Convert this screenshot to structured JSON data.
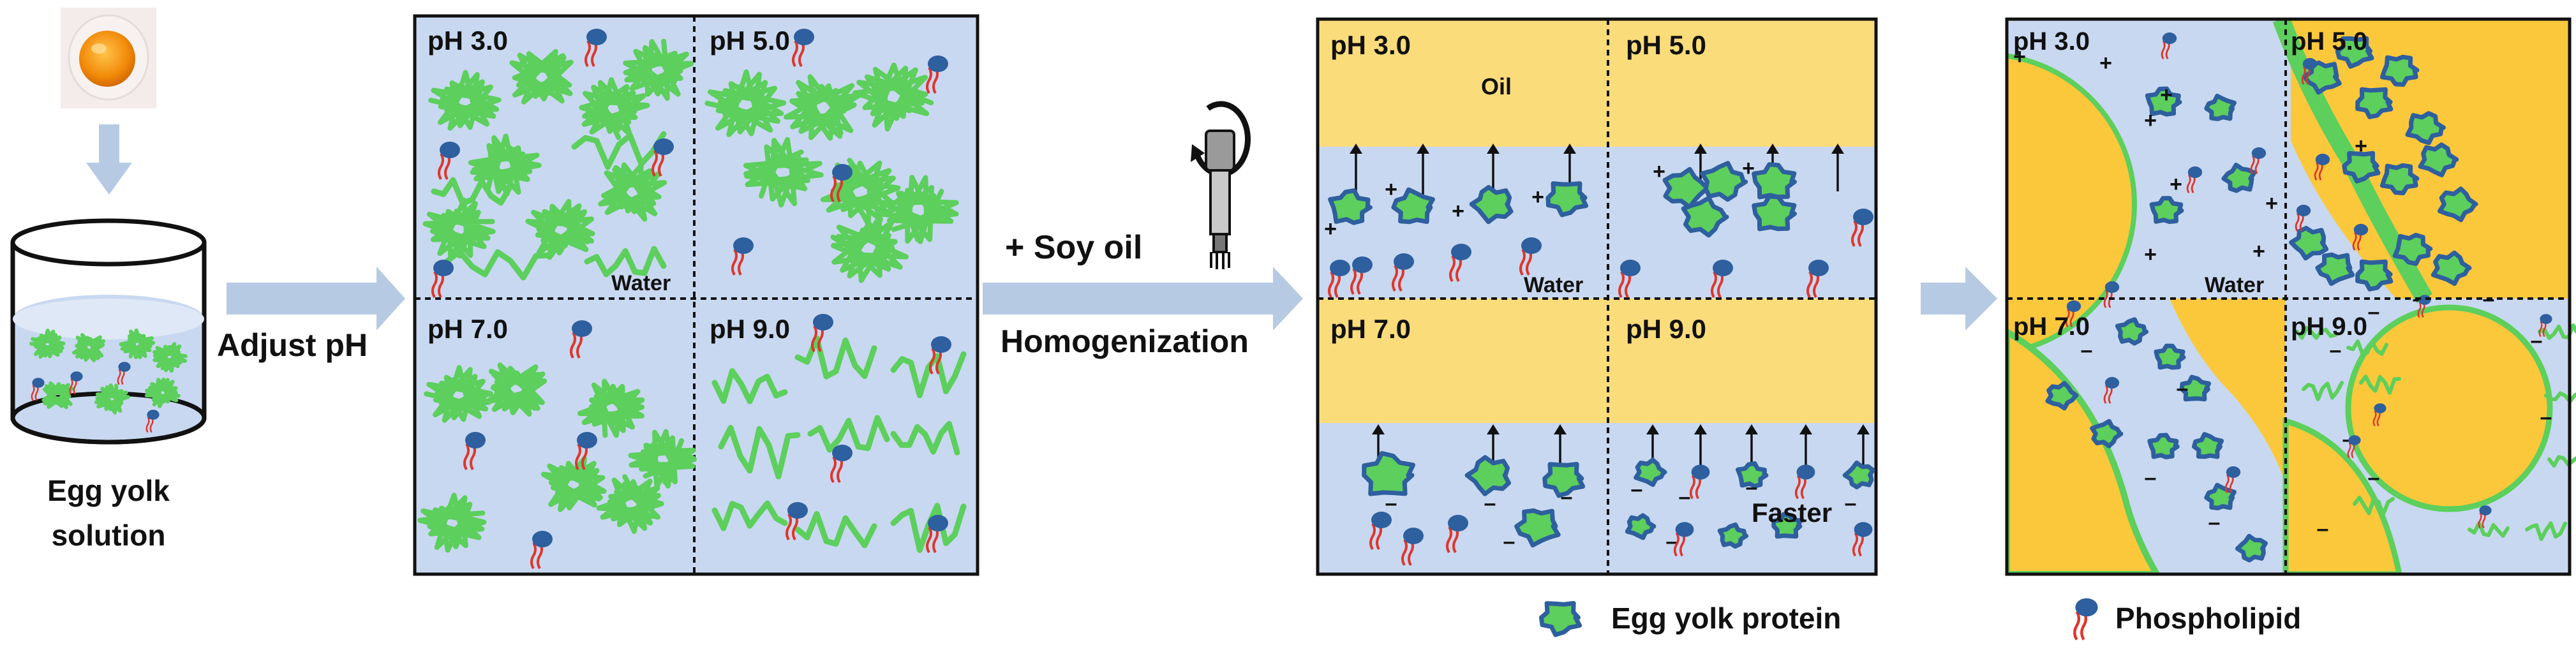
{
  "left": {
    "caption_line1": "Egg yolk",
    "caption_line2": "solution"
  },
  "steps": {
    "adjust_label": "Adjust pH",
    "add_label": "+ Soy oil",
    "homogenize_label": "Homogenization"
  },
  "panel1": {
    "tl_label": "pH 3.0",
    "tr_label": "pH 5.0",
    "bl_label": "pH 7.0",
    "br_label": "pH 9.0",
    "water_label": "Water"
  },
  "panel2": {
    "tl_label": "pH 3.0",
    "tr_label": "pH 5.0",
    "bl_label": "pH 7.0",
    "br_label": "pH 9.0",
    "oil_label": "Oil",
    "water_label": "Water",
    "faster_label": "Faster"
  },
  "panel3": {
    "tl_label": "pH 3.0",
    "tr_label": "pH 5.0",
    "bl_label": "pH 7.0",
    "br_label": "pH 9.0",
    "water_label": "Water"
  },
  "legend": {
    "protein_label": "Egg yolk protein",
    "phospholipid_label": "Phospholipid"
  },
  "colors": {
    "water": "#c8d8f0",
    "oil": "#fbdc7a",
    "oil_droplet": "#fbc83c",
    "protein": "#5ccf5c",
    "protein_edge": "#2e5f9e",
    "phospholipid_head": "#2e5f9e",
    "phospholipid_tail": "#e0352b",
    "arrow": "#b7cae3",
    "yolk": "#f39a12"
  }
}
